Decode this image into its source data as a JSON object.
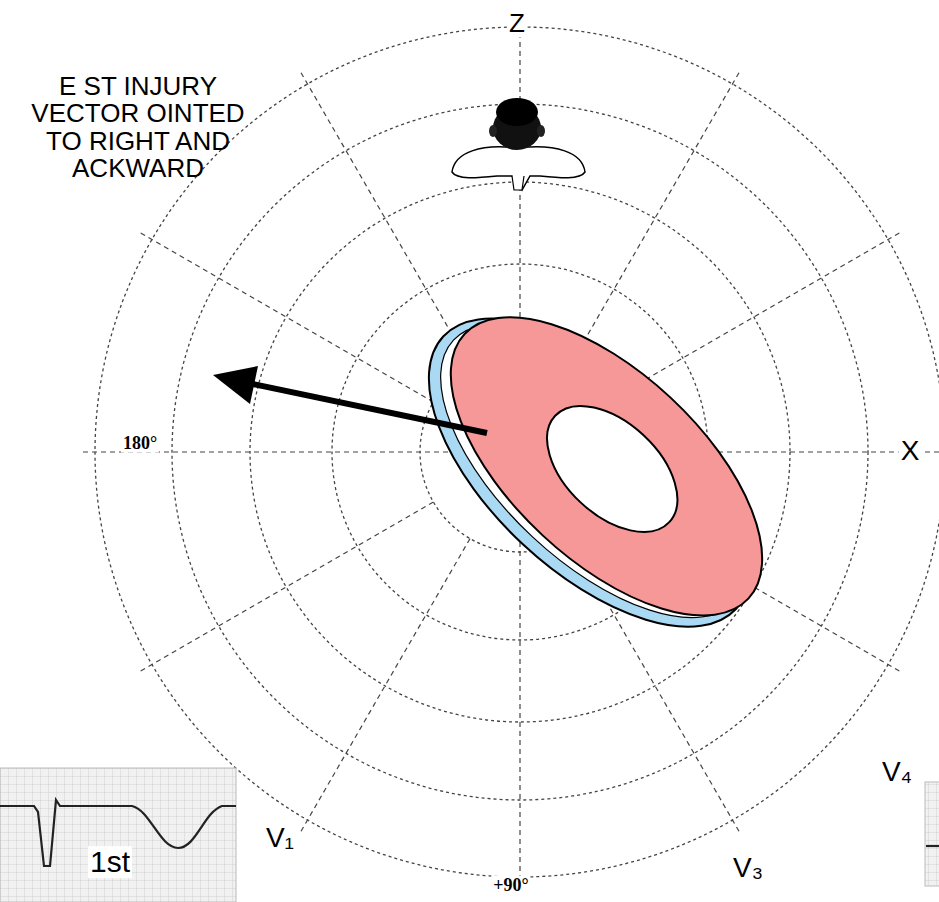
{
  "diagram": {
    "labels": [
      "E ST INJURY VECTOR OINTED TO RIGHT AND ACKWARD",
      "Z",
      "180°",
      "X",
      "+90°",
      "V₁",
      "V₃",
      "V₄",
      "1st"
    ]
  }
}
